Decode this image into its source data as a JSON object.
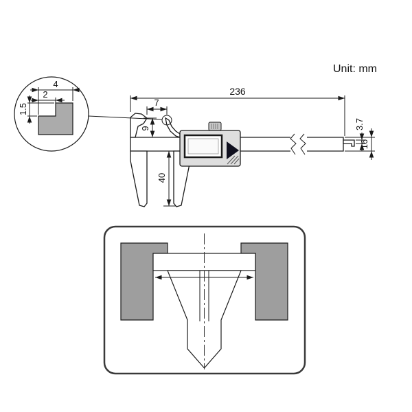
{
  "unit_label": "Unit: mm",
  "dimensions": {
    "overall_length": "236",
    "tip_span": "7",
    "upper_jaw_height": "9",
    "lower_jaw_depth": "40",
    "rod_thickness": "3.7",
    "beam_height": "16",
    "tip_width": "4",
    "tip_step": "2",
    "tip_thickness": "1.5"
  },
  "colors": {
    "line": "#1a1a1a",
    "workpiece_fill": "#9e9e9e",
    "slider_fill": "#dedede",
    "detail_fill": "#ababab",
    "logo_fill": "#10101f"
  }
}
